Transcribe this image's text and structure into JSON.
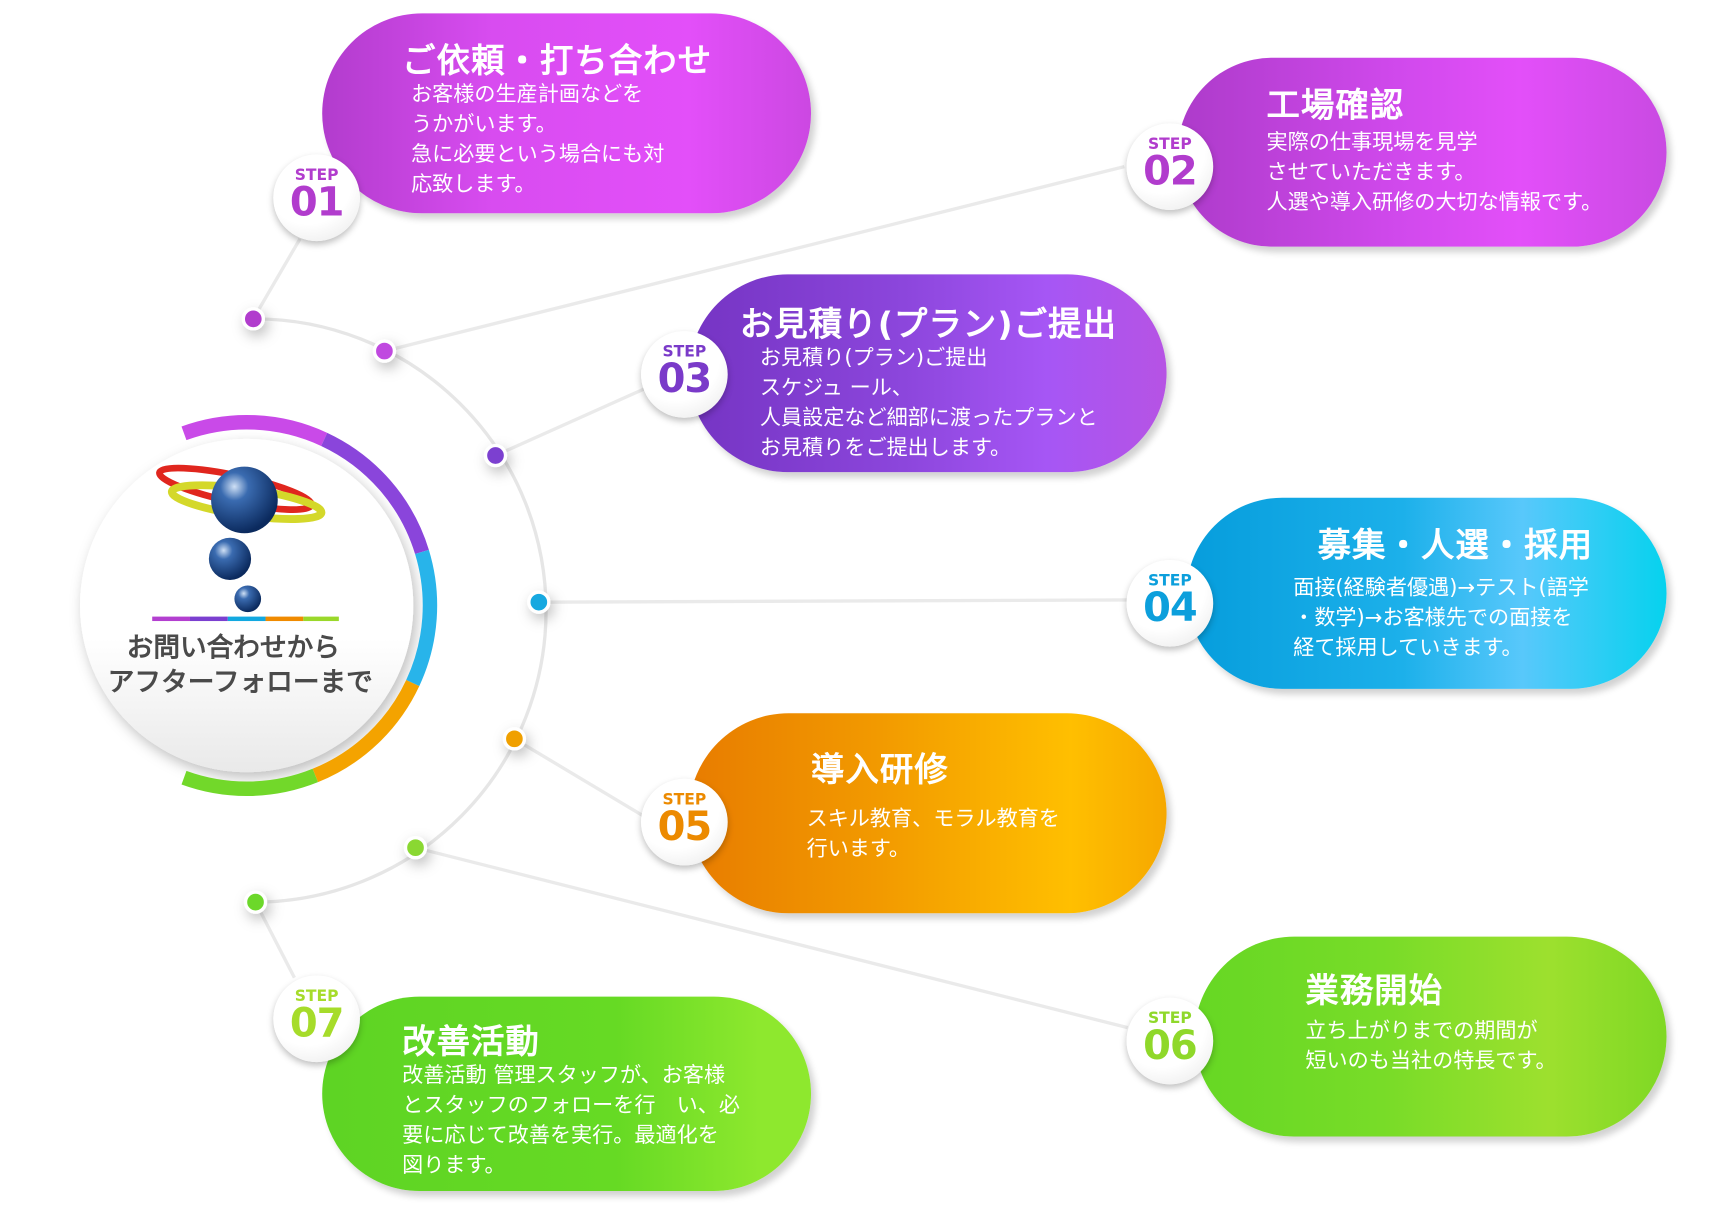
{
  "center": {
    "line1": "お問い合わせから",
    "line2": "アフターフォローまで"
  },
  "step_label": "STEP",
  "steps": [
    {
      "num": "01",
      "title": "ご依頼・打ち合わせ",
      "body": [
        "お客様の生産計画などを",
        "うかがいます。",
        "急に必要という場合にも対",
        "応致します。"
      ],
      "color": "#b43fd0"
    },
    {
      "num": "02",
      "title": "工場確認",
      "body": [
        "実際の仕事現場を見学",
        "させていただきます。",
        "人選や導入研修の大切な情報です。"
      ],
      "color": "#b43fd0"
    },
    {
      "num": "03",
      "title": "お見積り(プラン)ご提出",
      "body": [
        "お見積り(プラン)ご提出",
        "スケジュ ール、",
        "人員設定など細部に渡ったプランと",
        "お見積りをご提出します。"
      ],
      "color": "#7a3ac9"
    },
    {
      "num": "04",
      "title": "募集・人選・採用",
      "body": [
        "面接(経験者優遇)→テスト(語学",
        "・数学)→お客様先での面接を",
        "経て採用していきます。"
      ],
      "color": "#0c9fdc"
    },
    {
      "num": "05",
      "title": "導入研修",
      "body": [
        "スキル教育、モラル教育を",
        "行います。"
      ],
      "color": "#ec8a00"
    },
    {
      "num": "06",
      "title": "業務開始",
      "body": [
        "立ち上がりまでの期間が",
        "短いのも当社の特長です。"
      ],
      "color": "#8fd82a"
    },
    {
      "num": "07",
      "title": "改善活動",
      "body": [
        "改善活動 管理スタッフが、お客様",
        "とスタッフのフォローを行　い、必",
        "要に応じて改善を実行。最適化を",
        "図ります。"
      ],
      "color": "#a6dc2a"
    }
  ]
}
